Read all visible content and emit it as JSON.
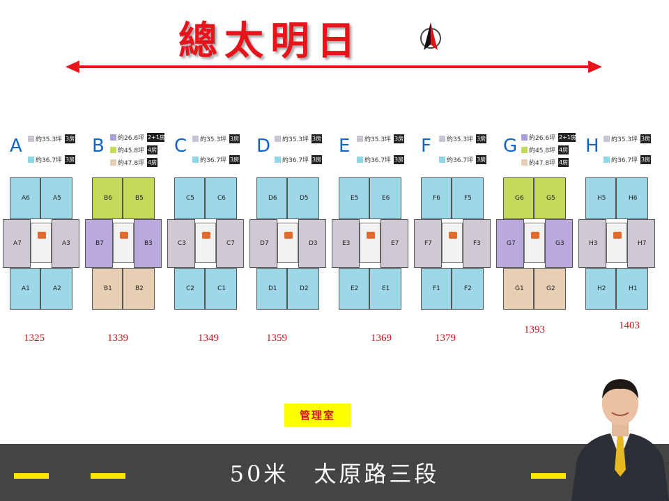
{
  "title": "總太明日",
  "management_label": "管理室",
  "road_label": "50米　太原路三段",
  "colors": {
    "title": "#e8141b",
    "number": "#d0141c",
    "road": "#444444",
    "dash": "#ffe600",
    "letter": "#1565c0"
  },
  "buildings": [
    {
      "letter": "A",
      "number": "1325",
      "legend": [
        {
          "text": "約35.3坪",
          "badge": "3房",
          "color": "#c9c3d3"
        },
        {
          "text": "約36.7坪",
          "badge": "3房",
          "color": "#8fd6e6"
        }
      ],
      "units": [
        "A6",
        "A5",
        "A7",
        "A3",
        "A1",
        "A2"
      ]
    },
    {
      "letter": "B",
      "number": "1339",
      "legend": [
        {
          "text": "約26.6坪",
          "badge": "2+1房",
          "color": "#a9a0d8"
        },
        {
          "text": "約45.8坪",
          "badge": "4房",
          "color": "#c6d85a"
        },
        {
          "text": "約47.8坪",
          "badge": "4房",
          "color": "#e7cfb4"
        }
      ],
      "units": [
        "B6",
        "B5",
        "B7",
        "B3",
        "B1",
        "B2"
      ]
    },
    {
      "letter": "C",
      "number": "1349",
      "legend": [
        {
          "text": "約35.3坪",
          "badge": "3房",
          "color": "#c9c3d3"
        },
        {
          "text": "約36.7坪",
          "badge": "3房",
          "color": "#8fd6e6"
        }
      ],
      "units": [
        "C5",
        "C6",
        "C3",
        "C7",
        "C2",
        "C1"
      ]
    },
    {
      "letter": "D",
      "number": "1359",
      "legend": [
        {
          "text": "約35.3坪",
          "badge": "3房",
          "color": "#c9c3d3"
        },
        {
          "text": "約36.7坪",
          "badge": "3房",
          "color": "#8fd6e6"
        }
      ],
      "units": [
        "D6",
        "D5",
        "D7",
        "D3",
        "D1",
        "D2"
      ]
    },
    {
      "letter": "E",
      "number": "1369",
      "legend": [
        {
          "text": "約35.3坪",
          "badge": "3房",
          "color": "#c9c3d3"
        },
        {
          "text": "約36.7坪",
          "badge": "3房",
          "color": "#8fd6e6"
        }
      ],
      "units": [
        "E5",
        "E6",
        "E3",
        "E7",
        "E2",
        "E1"
      ]
    },
    {
      "letter": "F",
      "number": "1379",
      "legend": [
        {
          "text": "約35.3坪",
          "badge": "3房",
          "color": "#c9c3d3"
        },
        {
          "text": "約36.7坪",
          "badge": "3房",
          "color": "#8fd6e6"
        }
      ],
      "units": [
        "F6",
        "F5",
        "F7",
        "F3",
        "F1",
        "F2"
      ]
    },
    {
      "letter": "G",
      "number": "1393",
      "legend": [
        {
          "text": "約26.6坪",
          "badge": "2+1房",
          "color": "#a9a0d8"
        },
        {
          "text": "約45.8坪",
          "badge": "4房",
          "color": "#c6d85a"
        },
        {
          "text": "約47.8坪",
          "badge": "4房",
          "color": "#e7cfb4"
        }
      ],
      "units": [
        "G6",
        "G5",
        "G7",
        "G3",
        "G1",
        "G2"
      ]
    },
    {
      "letter": "H",
      "number": "1403",
      "legend": [
        {
          "text": "約35.3坪",
          "badge": "3房",
          "color": "#c9c3d3"
        },
        {
          "text": "約36.7坪",
          "badge": "3房",
          "color": "#8fd6e6"
        }
      ],
      "units": [
        "H5",
        "H6",
        "H3",
        "H7",
        "H2",
        "H1"
      ]
    }
  ]
}
